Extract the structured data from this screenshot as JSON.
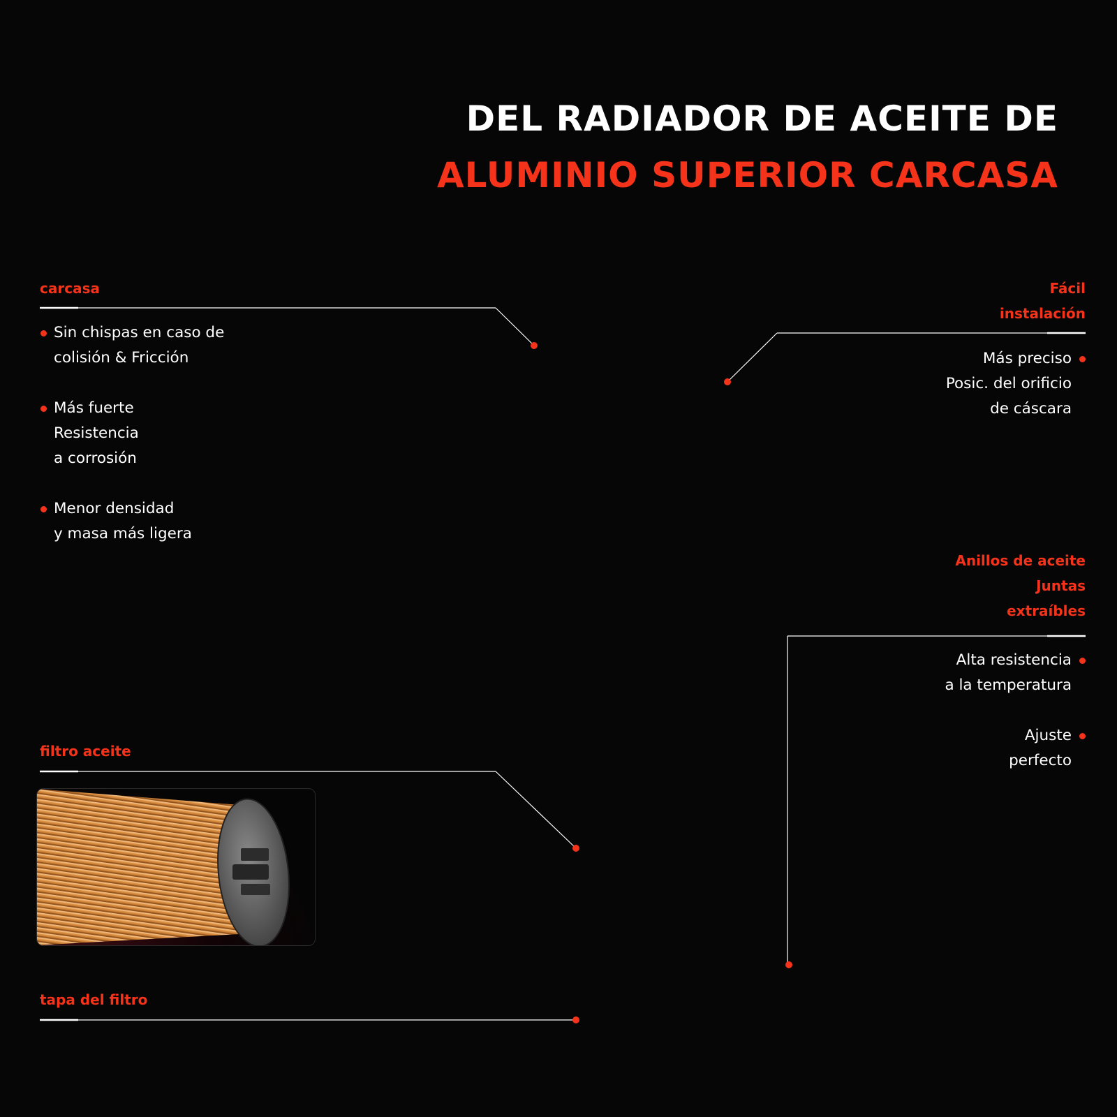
{
  "title": {
    "line1": "DEL RADIADOR DE ACEITE DE",
    "line2": "ALUMINIO SUPERIOR CARCASA"
  },
  "colors": {
    "accent": "#f5331b",
    "background": "#060606",
    "text": "#ffffff"
  },
  "sections": {
    "carcasa": {
      "heading": "carcasa",
      "bullets": [
        {
          "lines": [
            "Sin chispas en caso de",
            "colisión & Fricción"
          ]
        },
        {
          "lines": [
            "Más fuerte",
            "Resistencia",
            "a corrosión"
          ]
        },
        {
          "lines": [
            "Menor densidad",
            "y masa más ligera"
          ]
        }
      ]
    },
    "instalacion": {
      "heading": [
        "Fácil",
        "instalación"
      ],
      "bullets": [
        {
          "lines": [
            "Más preciso",
            "Posic. del orificio",
            "de cáscara"
          ]
        }
      ]
    },
    "anillos": {
      "heading": [
        "Anillos de aceite",
        "Juntas",
        "extraíbles"
      ],
      "bullets": [
        {
          "lines": [
            "Alta resistencia",
            "a la temperatura"
          ]
        },
        {
          "lines": [
            "Ajuste",
            "perfecto"
          ]
        }
      ]
    },
    "filtro": {
      "heading": "filtro aceite"
    },
    "tapa": {
      "heading": "tapa del filtro"
    }
  }
}
